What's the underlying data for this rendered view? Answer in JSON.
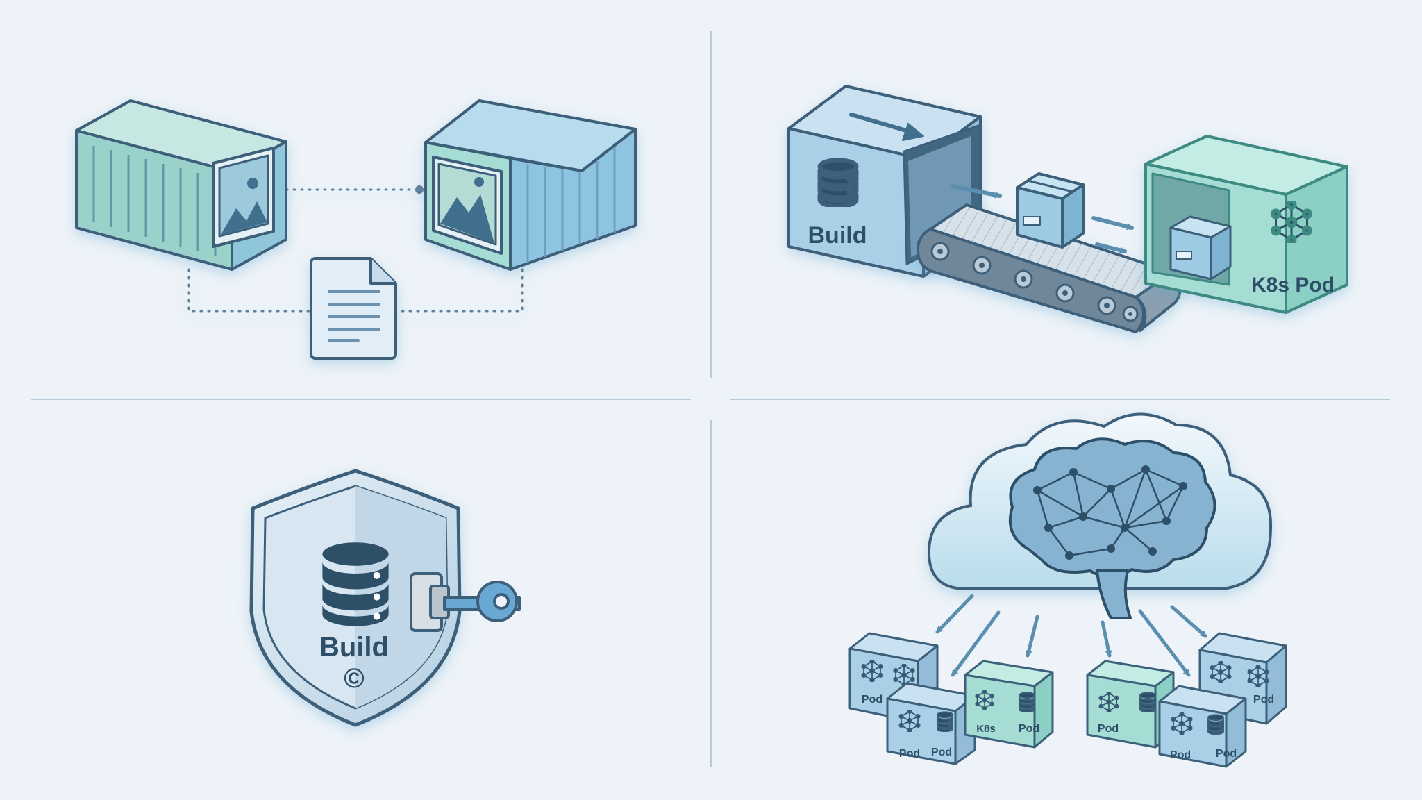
{
  "panels": {
    "build_panel": {
      "label": "Build"
    },
    "pod_panel": {
      "label": "K8s Pod"
    },
    "shield_panel": {
      "label": "Build",
      "mark": "©"
    },
    "cluster_panel": {
      "pod_label": "Pod",
      "pod_partial_label": "K8s"
    }
  },
  "colors": {
    "background": "#edf3f8",
    "stroke": "#3c5f7a",
    "blue_face": "#a9d0e6",
    "teal_face": "#a5dcd3",
    "divider": "#b9ccdb"
  },
  "icons": [
    "image-icon",
    "document-icon",
    "database-icon",
    "package-icon",
    "network-icon",
    "key-icon",
    "brain-icon",
    "cloud-icon",
    "shield-icon",
    "conveyor-icon"
  ]
}
